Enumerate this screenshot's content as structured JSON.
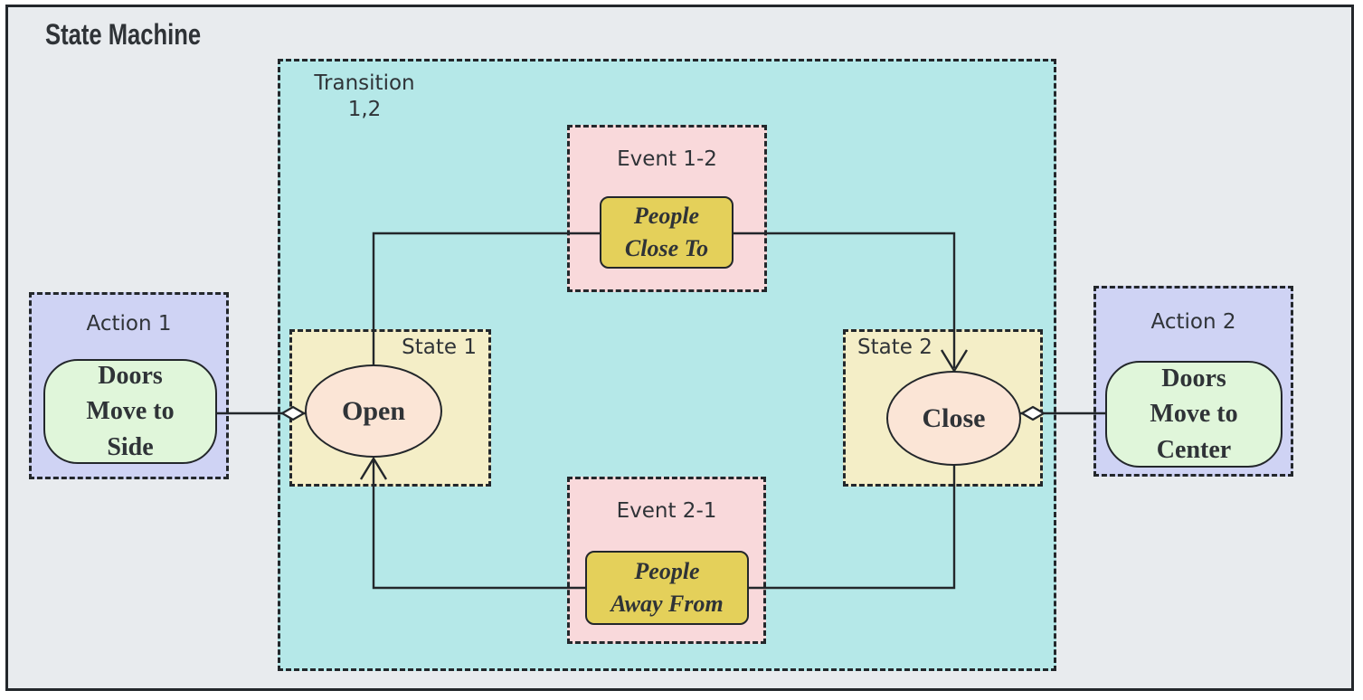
{
  "title": "State Machine",
  "colors": {
    "page_bg": "#e8ebee",
    "stroke": "#23272b",
    "text": "#2f3337",
    "teal": "#b5e8e8",
    "pink": "#f9d9db",
    "cream": "#f4eec7",
    "lavender": "#cfd3f4",
    "gold": "#e4d05a",
    "peach": "#fbe5d6",
    "green": "#e0f6da"
  },
  "containers": {
    "transition": {
      "label": "Transition",
      "sub": "1,2"
    },
    "event_1_2": {
      "label": "Event 1-2"
    },
    "event_2_1": {
      "label": "Event 2-1"
    },
    "state_1": {
      "label": "State 1"
    },
    "state_2": {
      "label": "State 2"
    },
    "action_1": {
      "label": "Action 1"
    },
    "action_2": {
      "label": "Action 2"
    }
  },
  "nodes": {
    "open": {
      "label": "Open"
    },
    "close": {
      "label": "Close"
    },
    "people_close_to": {
      "line1": "People",
      "line2": "Close To"
    },
    "people_away_from": {
      "line1": "People",
      "line2": "Away From"
    },
    "doors_move_side": {
      "line1": "Doors",
      "line2": "Move to",
      "line3": "Side"
    },
    "doors_move_center": {
      "line1": "Doors",
      "line2": "Move to",
      "line3": "Center"
    }
  }
}
